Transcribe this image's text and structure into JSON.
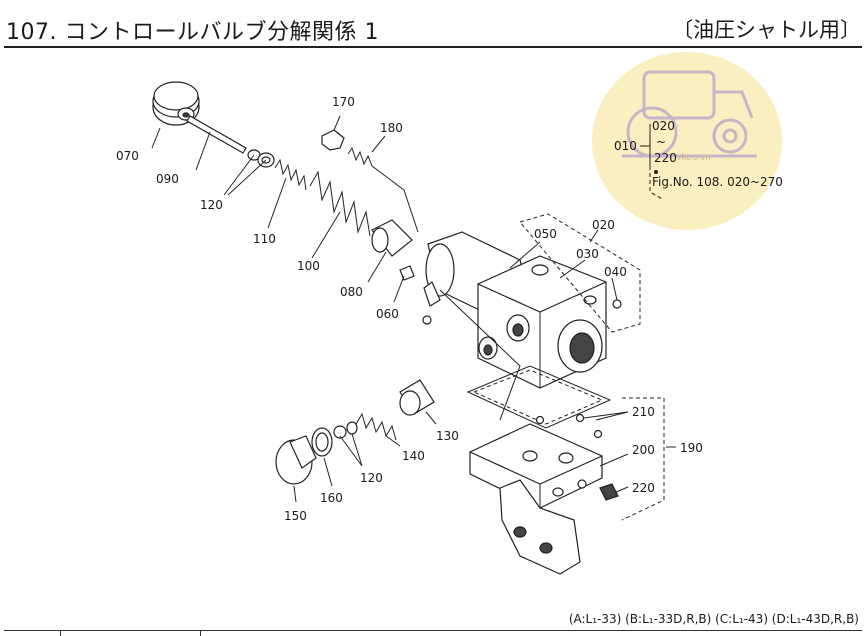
{
  "header": {
    "title": "107. コントロールバルブ分解関係 1",
    "subtitle": "〔油圧シャトル用〕"
  },
  "colors": {
    "watermark": "#f6e18c",
    "line": "#222222"
  },
  "diagram": {
    "callouts": {
      "p070": "070",
      "p090": "090",
      "p120a": "120",
      "p110": "110",
      "p100": "100",
      "p080": "080",
      "p060": "060",
      "p170": "170",
      "p180": "180",
      "p050": "050",
      "p020": "020",
      "p030": "030",
      "p040": "040",
      "p210": "210",
      "p190": "190",
      "p200": "200",
      "p220": "220",
      "p130": "130",
      "p140": "140",
      "p120b": "120",
      "p150": "150",
      "p160": "160"
    },
    "inset": {
      "p010": "010",
      "p020": "020",
      "tilde": "~",
      "p220": "220",
      "ref": "Fig.No. 108. 020~270"
    }
  },
  "watermark": {
    "text": "vkeo.vn",
    "icon": "tractor-icon"
  },
  "footer": {
    "models": "(A:L₁-33) (B:L₁-33D,R,B) (C:L₁-43) (D:L₁-43D,R,B)"
  }
}
